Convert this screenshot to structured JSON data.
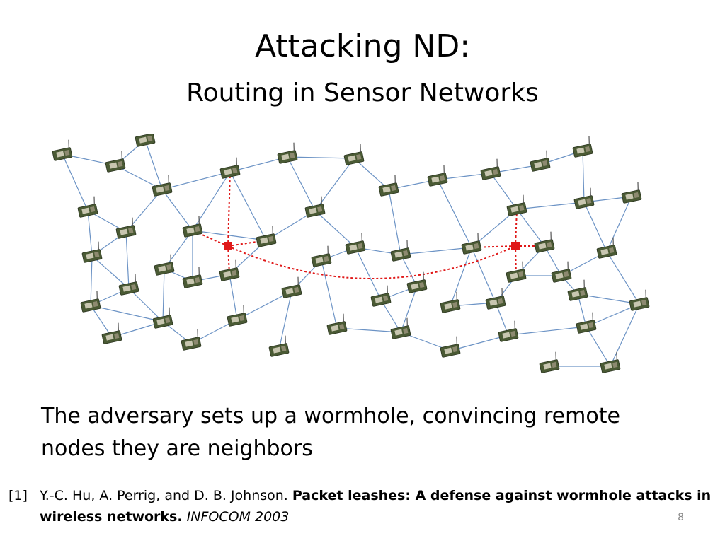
{
  "slide": {
    "title": "Attacking ND:",
    "subtitle": "Routing in Sensor Networks",
    "body": "The adversary sets up a wormhole, convincing remote nodes they are neighbors",
    "citation": {
      "number": "[1]",
      "authors": "Y.-C. Hu, A. Perrig, and D. B. Johnson. ",
      "paper_title": "Packet leashes: A defense against wormhole attacks in wireless networks.",
      "venue": " INFOCOM 2003"
    },
    "page_number": "8"
  },
  "diagram": {
    "colors": {
      "link": "#6c93c5",
      "wormhole": "#e01818",
      "node_board": "#4a5a34",
      "node_chip": "#c8c6b0"
    }
  }
}
